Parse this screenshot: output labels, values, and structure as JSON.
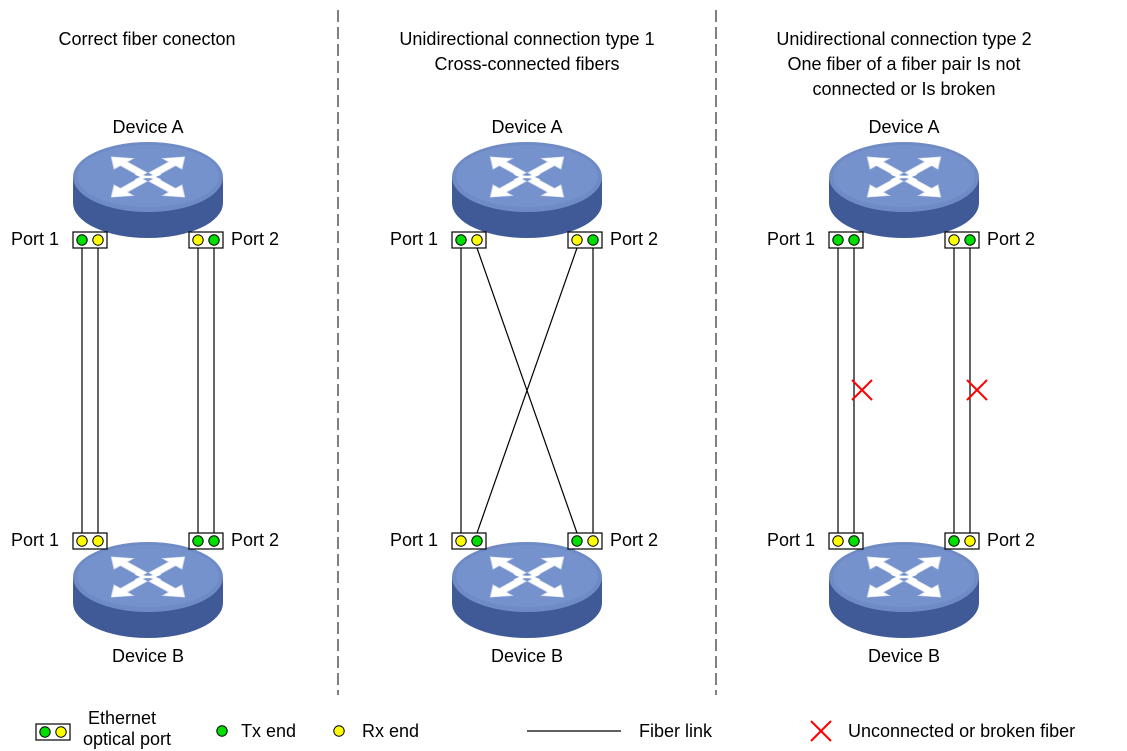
{
  "panels": [
    {
      "id": "correct",
      "title_lines": [
        "Correct fiber conecton"
      ],
      "device_a": "Device A",
      "device_b": "Device B",
      "port1_label": "Port 1",
      "port2_label": "Port 2",
      "top_port1": [
        "tx",
        "rx"
      ],
      "top_port2": [
        "rx",
        "tx"
      ],
      "bottom_port1": [
        "rx",
        "rx"
      ],
      "bottom_port2": [
        "tx",
        "tx"
      ],
      "links": "straight-pairs",
      "broken": false
    },
    {
      "id": "cross",
      "title_lines": [
        "Unidirectional connection type 1",
        "Cross-connected fibers"
      ],
      "device_a": "Device A",
      "device_b": "Device B",
      "port1_label": "Port 1",
      "port2_label": "Port 2",
      "top_port1": [
        "tx",
        "rx"
      ],
      "top_port2": [
        "rx",
        "tx"
      ],
      "bottom_port1": [
        "rx",
        "tx"
      ],
      "bottom_port2": [
        "tx",
        "rx"
      ],
      "links": "crossed",
      "broken": false
    },
    {
      "id": "broken",
      "title_lines": [
        "Unidirectional connection type 2",
        "One fiber of a fiber pair Is not",
        "connected or Is broken"
      ],
      "device_a": "Device A",
      "device_b": "Device B",
      "port1_label": "Port 1",
      "port2_label": "Port 2",
      "top_port1": [
        "tx",
        "tx"
      ],
      "top_port2": [
        "rx",
        "tx"
      ],
      "bottom_port1": [
        "rx",
        "tx"
      ],
      "bottom_port2": [
        "tx",
        "rx"
      ],
      "links": "straight-pairs",
      "broken": true
    }
  ],
  "legend": {
    "optical_port_line1": "Ethernet",
    "optical_port_line2": "optical port",
    "tx_end": "Tx end",
    "rx_end": "Rx end",
    "fiber_link": "Fiber link",
    "broken_fiber": "Unconnected or broken fiber"
  },
  "colors": {
    "tx": "#00dd00",
    "rx": "#ffff00",
    "device_top": "#6f8bc6",
    "device_side": "#3f5a97",
    "broken_mark": "#ff0000"
  },
  "icons": {
    "device": "switch-icon",
    "broken": "x-mark-icon"
  }
}
